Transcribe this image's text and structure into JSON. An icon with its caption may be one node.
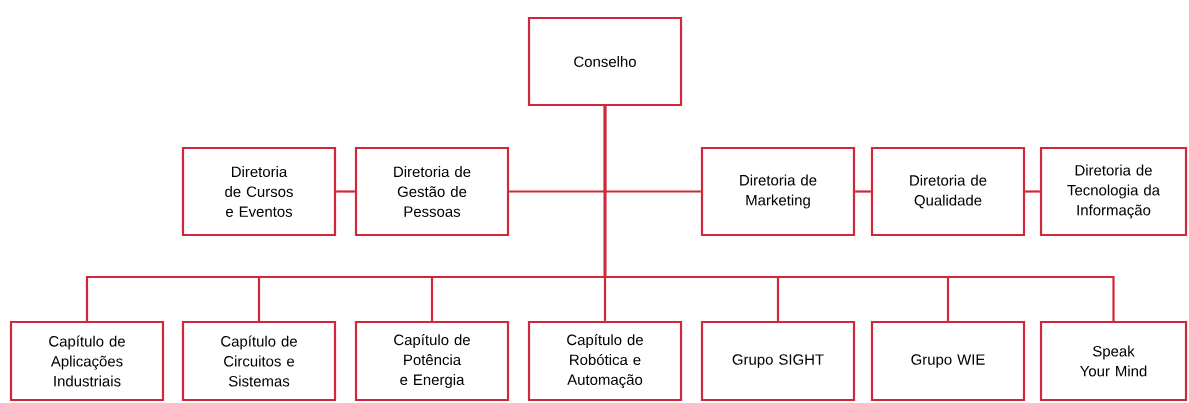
{
  "diagram": {
    "nodes": [
      {
        "text": [
          "Conselho"
        ]
      },
      {
        "text": [
          "Diretoria de Cursos e Eventos"
        ]
      },
      {
        "text": [
          "Diretoria de Gestão de Pessoas"
        ]
      },
      {
        "text": [
          "Diretoria de Marketing"
        ]
      },
      {
        "text": [
          "Diretoria de Qualidade"
        ]
      },
      {
        "text": [
          "Diretoria de Tecnologia da Informação"
        ]
      },
      {
        "text": [
          "Capítulo de Aplicações Industriais"
        ]
      },
      {
        "text": [
          "Capítulo de Circuitos e Sistemas"
        ]
      },
      {
        "text": [
          "Capítulo de Potência e Energia"
        ]
      },
      {
        "text": [
          "Capítulo de Robótica e Automação"
        ]
      },
      {
        "text": [
          "Grupo SIGHT"
        ]
      },
      {
        "text": [
          "Grupo WIE"
        ]
      },
      {
        "text": [
          "Speak Your Mind"
        ]
      }
    ],
    "edges": [
      {
        "from": 0,
        "to": 2,
        "arrow": "none"
      },
      {
        "from": 0,
        "to": 3,
        "arrow": "none"
      },
      {
        "from": 1,
        "to": 2,
        "arrow": "none"
      },
      {
        "from": 3,
        "to": 4,
        "arrow": "none"
      },
      {
        "from": 4,
        "to": 5,
        "arrow": "none"
      },
      {
        "from": 0,
        "to": 6,
        "arrow": "none"
      },
      {
        "from": 0,
        "to": 7,
        "arrow": "none"
      },
      {
        "from": 0,
        "to": 8,
        "arrow": "none"
      },
      {
        "from": 0,
        "to": 9,
        "arrow": "none"
      },
      {
        "from": 0,
        "to": 10,
        "arrow": "none"
      },
      {
        "from": 0,
        "to": 11,
        "arrow": "none"
      },
      {
        "from": 0,
        "to": 12,
        "arrow": "none"
      }
    ]
  }
}
